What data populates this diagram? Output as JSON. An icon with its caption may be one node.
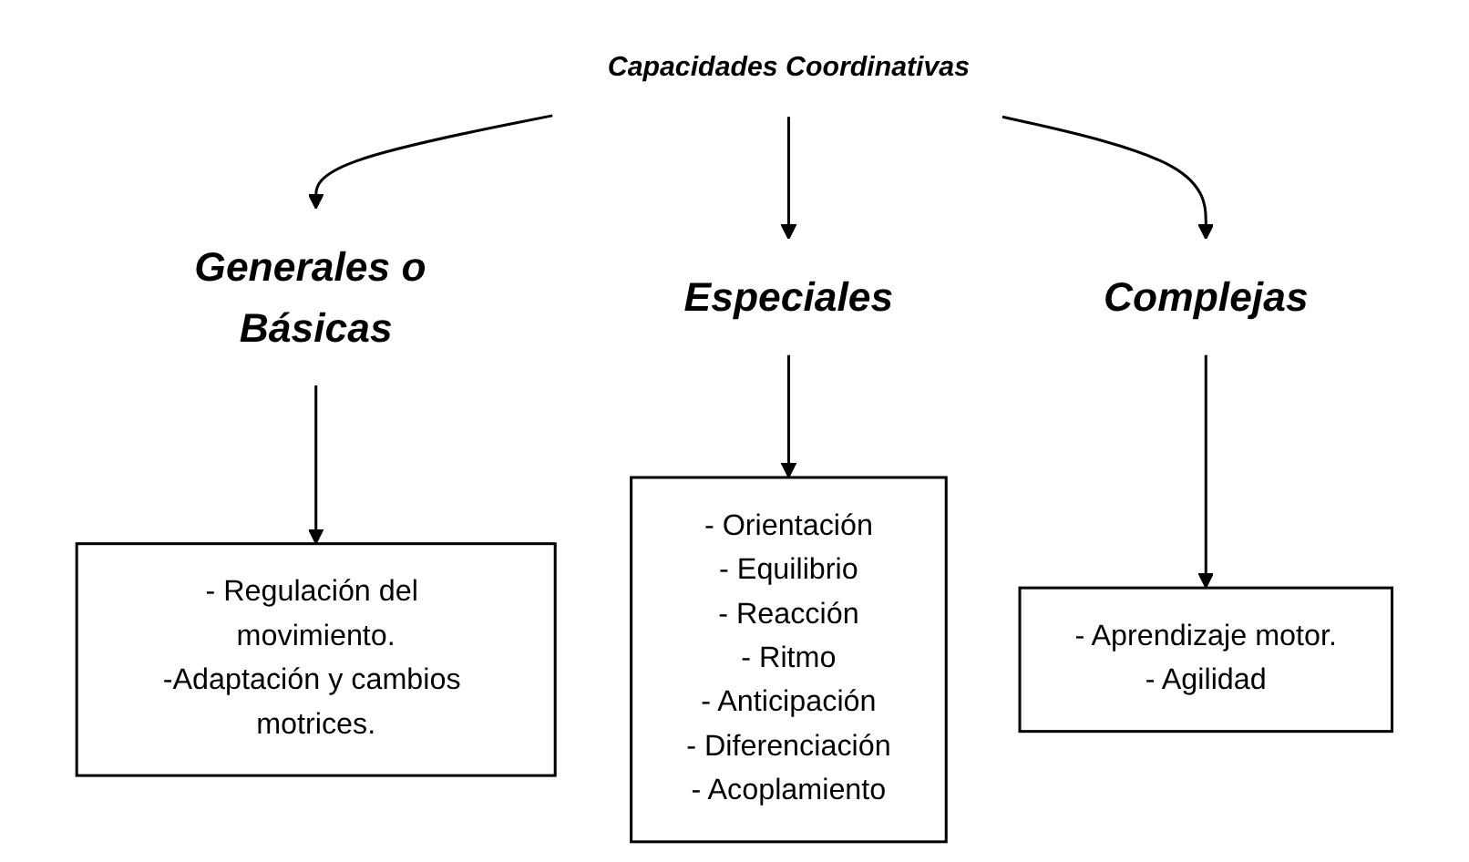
{
  "diagram": {
    "nodes": [
      {
        "text": [
          "Capacidades Coordinativas"
        ]
      },
      {
        "text": [
          "Generales o Básicas"
        ]
      },
      {
        "text": [
          "Especiales"
        ]
      },
      {
        "text": [
          "Complejas"
        ]
      },
      {
        "text": [
          "- Regulación del movimiento.",
          "-Adaptación y cambios motrices."
        ]
      },
      {
        "text": [
          "- Orientación",
          "- Equilibrio",
          "- Reacción",
          "- Ritmo",
          "- Anticipación",
          "- Diferenciación",
          "- Acoplamiento"
        ]
      },
      {
        "text": [
          "- Aprendizaje motor.",
          "- Agilidad"
        ]
      }
    ],
    "edges": [
      {
        "from": 0,
        "to": 1,
        "arrow": "to"
      },
      {
        "from": 0,
        "to": 2,
        "arrow": "to"
      },
      {
        "from": 0,
        "to": 3,
        "arrow": "to"
      },
      {
        "from": 1,
        "to": 4,
        "arrow": "to"
      },
      {
        "from": 2,
        "to": 5,
        "arrow": "to"
      },
      {
        "from": 3,
        "to": 6,
        "arrow": "to"
      }
    ]
  }
}
